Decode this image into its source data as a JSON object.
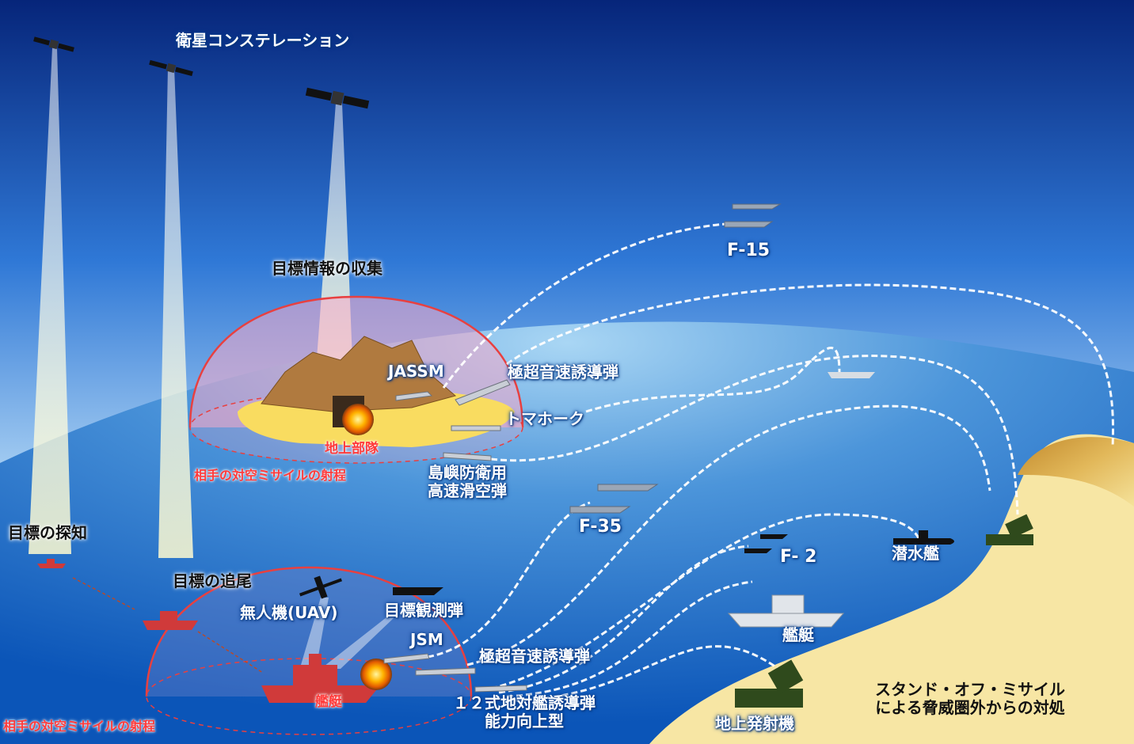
{
  "labels": {
    "satellite_constellation": "衛星コンステレーション",
    "target_info_collection": "目標情報の収集",
    "jassm": "JASSM",
    "hypersonic_top": "極超音速誘導弾",
    "tomahawk": "トマホーク",
    "ground_unit": "地上部隊",
    "enemy_aa_range_island": "相手の対空ミサイルの射程",
    "island_glide_line1": "島嶼防衛用",
    "island_glide_line2": "高速滑空弾",
    "f15": "F-15",
    "f35": "F-35",
    "f2": "F- 2",
    "submarine": "潜水艦",
    "target_detection": "目標の探知",
    "target_tracking": "目標の追尾",
    "uav": "無人機(UAV)",
    "target_observation_missile": "目標観測弾",
    "jsm": "JSM",
    "hypersonic_bottom": "極超音速誘導弾",
    "type12_line1": "１２式地対艦誘導弾",
    "type12_line2": "能力向上型",
    "warship_enemy": "艦艇",
    "warship_friendly": "艦艇",
    "ground_launcher": "地上発射機",
    "enemy_aa_range_sea": "相手の対空ミサイルの射程",
    "caption_line1": "スタンド・オフ・ミサイル",
    "caption_line2": "による脅威圏外からの対処"
  },
  "icons": [
    "satellite-icon",
    "fighter-jet-icon",
    "stealth-fighter-icon",
    "drone-icon",
    "submarine-icon",
    "destroyer-icon",
    "missile-launcher-truck-icon",
    "explosion-icon",
    "cruise-missile-icon"
  ],
  "colors": {
    "sky_top": "#06257a",
    "sky_mid": "#2f78d6",
    "sky_horizon": "#ffffff",
    "sea_light": "#9fd0f2",
    "sea_deep": "#0b55b8",
    "land_sand": "#f7e6a4",
    "land_ochre": "#d4a23a",
    "range_dome_line": "#e84040",
    "range_dome_fill": "#f7a9c8",
    "trajectory": "#ffffff",
    "enemy_ship": "#d03a3a"
  }
}
